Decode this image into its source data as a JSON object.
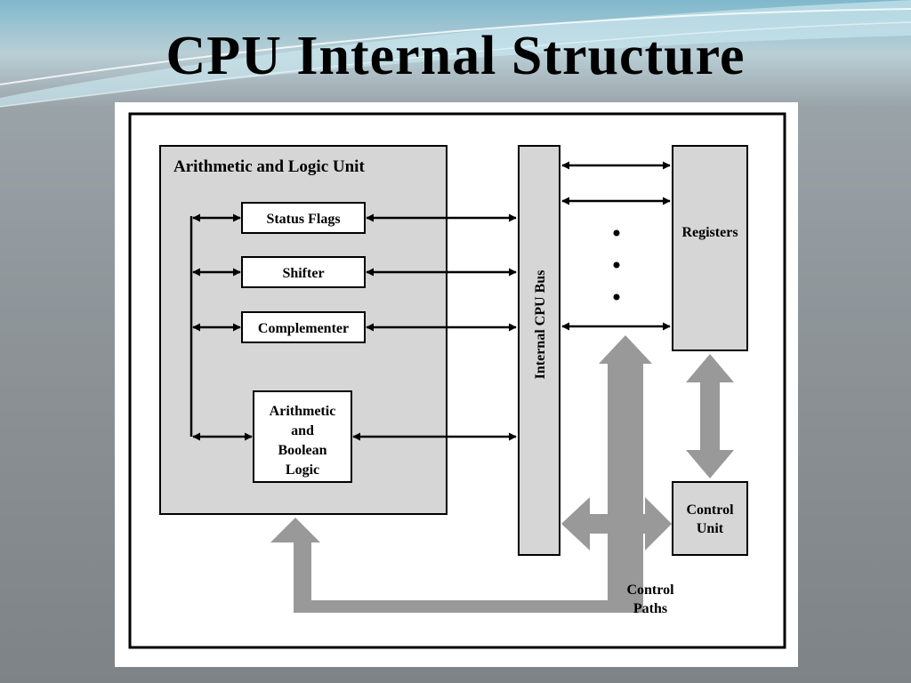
{
  "slide": {
    "title": "CPU Internal Structure"
  },
  "diagram": {
    "alu": {
      "label": "Arithmetic and Logic Unit"
    },
    "alu_components": {
      "status_flags": "Status Flags",
      "shifter": "Shifter",
      "complementer": "Complementer",
      "arith_bool": [
        "Arithmetic",
        "and",
        "Boolean",
        "Logic"
      ]
    },
    "bus": {
      "label": "Internal CPU Bus"
    },
    "registers": {
      "label": "Registers"
    },
    "control_unit": {
      "label": [
        "Control",
        "Unit"
      ]
    },
    "control_paths": {
      "label": [
        "Control",
        "Paths"
      ]
    }
  },
  "colors": {
    "gray_fill": "#d6d6d6",
    "control_path": "#999999",
    "stroke": "#000000"
  }
}
